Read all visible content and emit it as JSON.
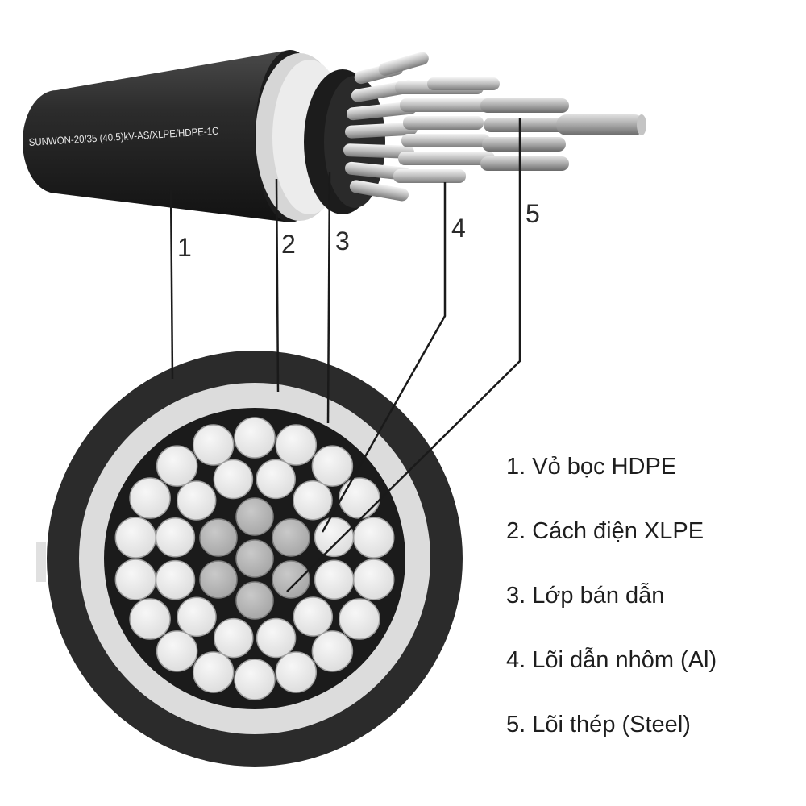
{
  "cable_marking": "SUNWON-20/35 (40.5)kV-AS/XLPE/HDPE-1C",
  "callouts": [
    "1",
    "2",
    "3",
    "4",
    "5"
  ],
  "legend": [
    "1. Vỏ bọc HDPE",
    "2. Cách điện XLPE",
    "3. Lớp bán dẫn",
    "4. Lõi dẫn nhôm (Al)",
    "5. Lõi thép (Steel)"
  ],
  "colors": {
    "sheath": "#2e2e2e",
    "insulation": "#dcdcdc",
    "semiconductor": "#1a1a1a",
    "aluminium": "#e9e9e9",
    "steel": "#b5b5b5",
    "leader": "#1a1a1a"
  }
}
